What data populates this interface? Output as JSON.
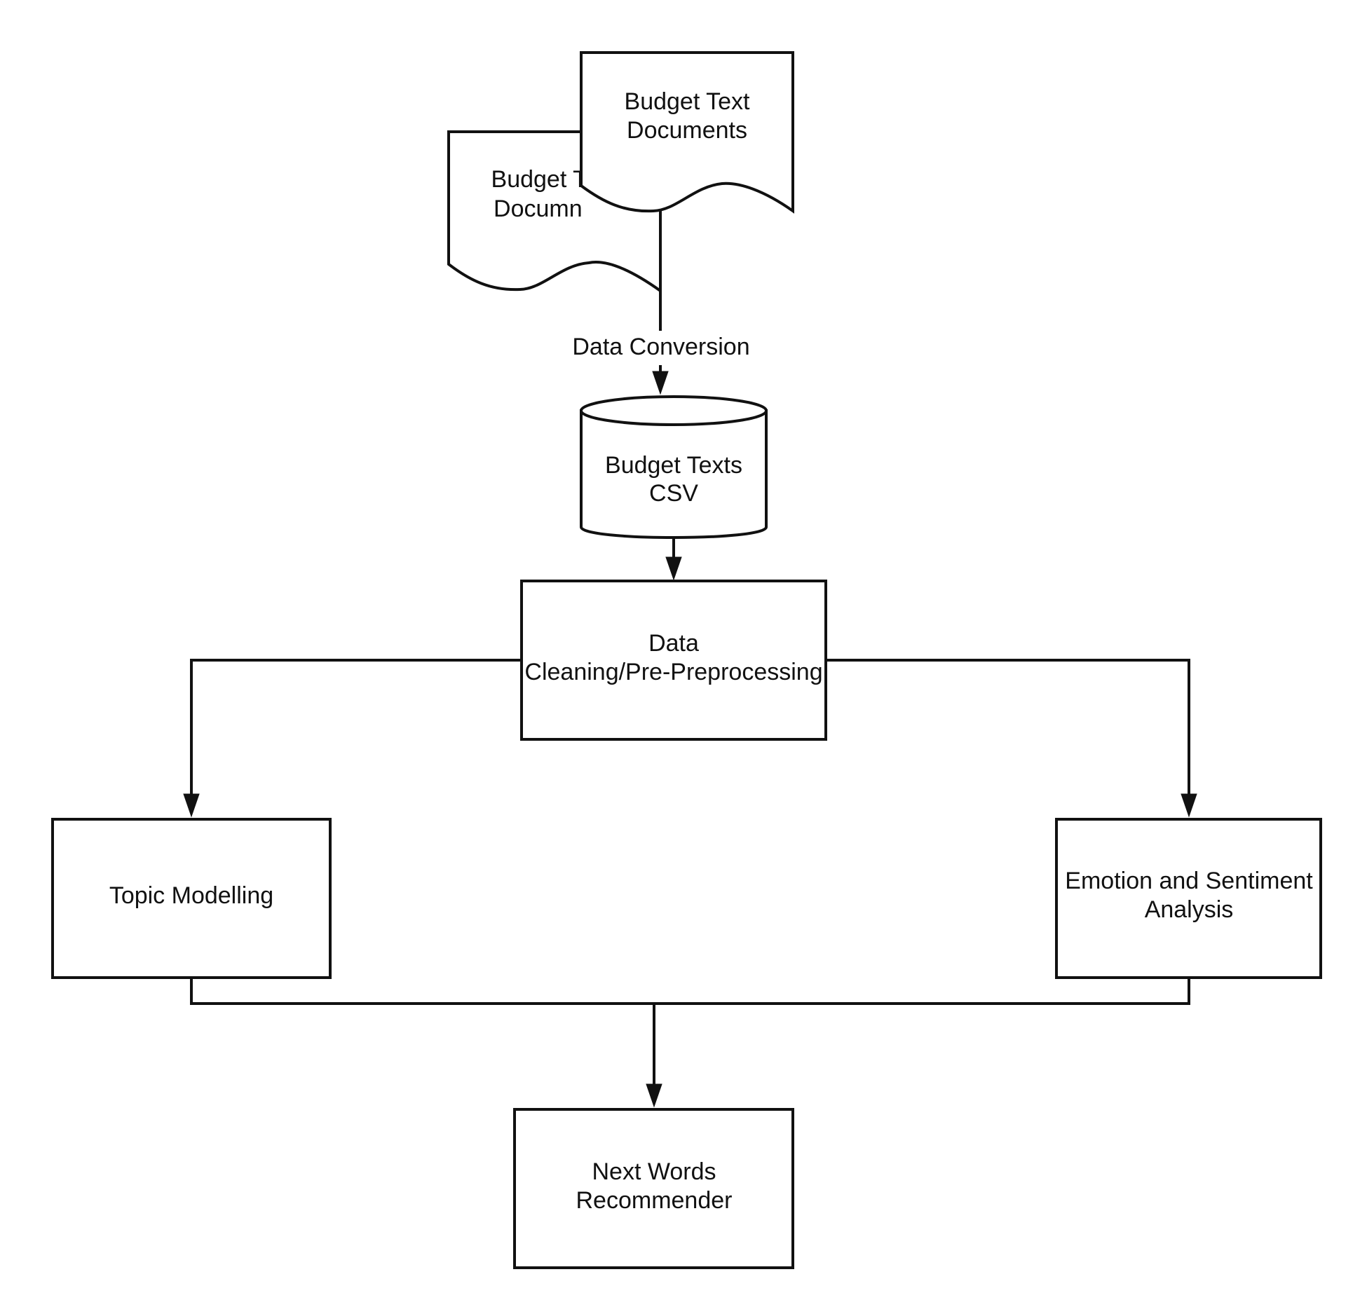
{
  "diagram": {
    "nodes": {
      "doc_back": {
        "line1": "Budget Text",
        "line2": "Documnets"
      },
      "doc_front": {
        "line1": "Budget Text",
        "line2": "Documents"
      },
      "csv": {
        "line1": "Budget Texts",
        "line2": "CSV"
      },
      "cleaning": {
        "line1": "Data",
        "line2": "Cleaning/Pre-Preprocessing"
      },
      "topic": {
        "line1": "Topic Modelling"
      },
      "emotion": {
        "line1": "Emotion and Sentiment",
        "line2": "Analysis"
      },
      "recommender": {
        "line1": "Next Words",
        "line2": "Recommender"
      }
    },
    "edges": {
      "conversion_label": "Data Conversion"
    }
  },
  "colors": {
    "stroke": "#111111",
    "background": "#ffffff"
  }
}
